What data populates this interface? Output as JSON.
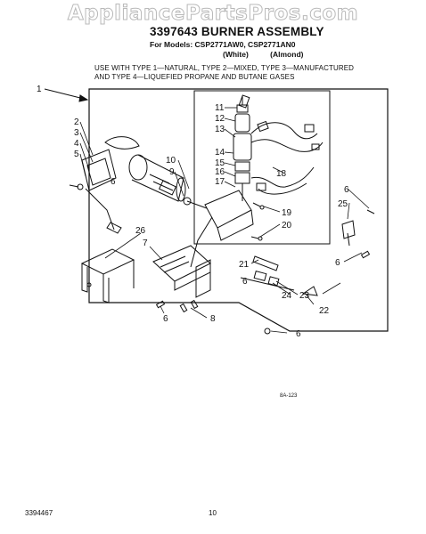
{
  "watermark": "AppliancePartsPros.com",
  "header": {
    "title": "3397643 BURNER ASSEMBLY",
    "models": "For Models: CSP2771AW0, CSP2771AN0",
    "variants": [
      "(White)",
      "(Almond)"
    ]
  },
  "note": "USE WITH TYPE 1—NATURAL, TYPE 2—MIXED, TYPE 3—MANUFACTURED\nAND TYPE 4—LIQUEFIED PROPANE AND BUTANE GASES",
  "callouts": [
    "1",
    "2",
    "3",
    "4",
    "5",
    "6",
    "10",
    "9",
    "11",
    "12",
    "13",
    "14",
    "15",
    "16",
    "17",
    "18",
    "19",
    "20",
    "6",
    "25",
    "6",
    "26",
    "7",
    "21",
    "6",
    "24",
    "23",
    "22",
    "6",
    "8",
    "6"
  ],
  "diagram_code": "8A-123",
  "footer": {
    "doc_number": "3394467",
    "page_number": "10"
  }
}
